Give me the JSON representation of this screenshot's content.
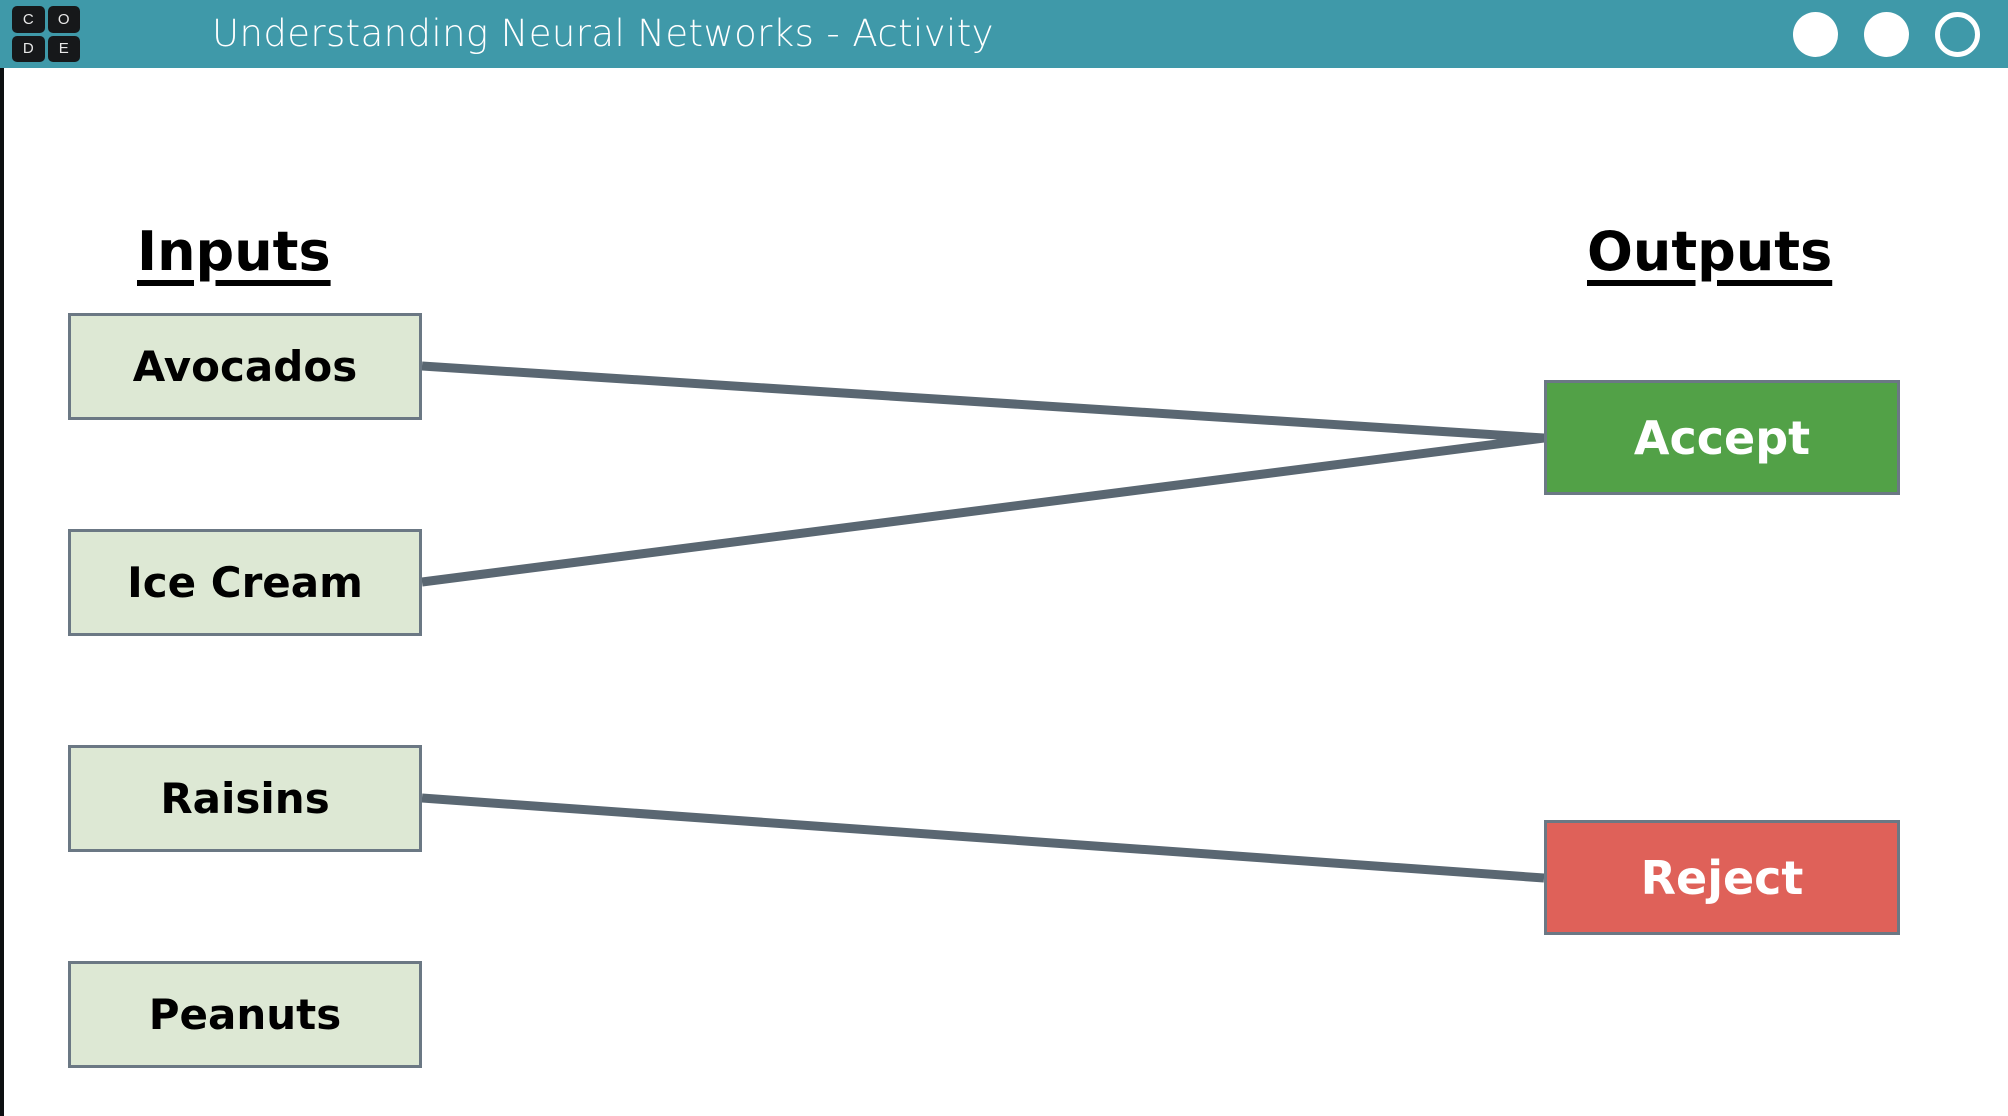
{
  "titlebar": {
    "logo": {
      "name": "code-org-logo",
      "letters": [
        "C",
        "O",
        "D",
        "E"
      ]
    },
    "title": "Understanding Neural Networks - Activity",
    "background_color": "#3f99a9",
    "controls": [
      {
        "name": "window-control-filled-1",
        "style": "filled"
      },
      {
        "name": "window-control-filled-2",
        "style": "filled"
      },
      {
        "name": "window-control-outline",
        "style": "outline"
      }
    ]
  },
  "diagram": {
    "headings": {
      "inputs": "Inputs",
      "outputs": "Outputs"
    },
    "colors": {
      "input_fill": "#dde8d4",
      "node_border": "#6b7884",
      "accept_fill": "#52a147",
      "reject_fill": "#df6159",
      "edge_stroke": "#5a6772",
      "text_dark": "#000000",
      "text_light": "#ffffff"
    },
    "inputs": [
      {
        "id": "avocados",
        "label": "Avocados"
      },
      {
        "id": "icecream",
        "label": "Ice Cream"
      },
      {
        "id": "raisins",
        "label": "Raisins"
      },
      {
        "id": "peanuts",
        "label": "Peanuts"
      }
    ],
    "outputs": [
      {
        "id": "accept",
        "label": "Accept"
      },
      {
        "id": "reject",
        "label": "Reject"
      }
    ],
    "connections": [
      {
        "from": "avocados",
        "to": "accept"
      },
      {
        "from": "icecream",
        "to": "accept"
      },
      {
        "from": "raisins",
        "to": "reject"
      }
    ]
  }
}
